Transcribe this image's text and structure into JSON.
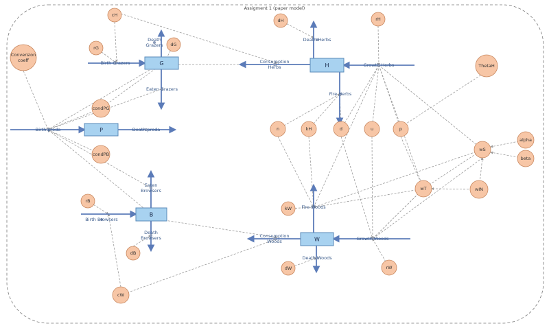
{
  "title": "Assigment 1 (paper model)",
  "colors": {
    "stock_fill": "#a8d2f0",
    "stock_stroke": "#5a8ab8",
    "var_fill": "#f7c6a6",
    "var_stroke": "#c8875e",
    "flow": "#5b7bb8",
    "link": "#9a9a9a",
    "border": "#777777"
  },
  "stocks": [
    {
      "id": "G",
      "label": "G"
    },
    {
      "id": "P",
      "label": "P"
    },
    {
      "id": "B",
      "label": "B"
    },
    {
      "id": "H",
      "label": "H"
    },
    {
      "id": "W",
      "label": "W"
    }
  ],
  "variables": [
    {
      "id": "cH",
      "label": "cH"
    },
    {
      "id": "rG",
      "label": "rG"
    },
    {
      "id": "dG",
      "label": "dG"
    },
    {
      "id": "conv",
      "label": [
        "Conversion",
        "coeff"
      ]
    },
    {
      "id": "condPG",
      "label": "condPG"
    },
    {
      "id": "condPB",
      "label": "condPB"
    },
    {
      "id": "rB",
      "label": "rB"
    },
    {
      "id": "dB",
      "label": "dB"
    },
    {
      "id": "cW",
      "label": "cW"
    },
    {
      "id": "dH",
      "label": "dH"
    },
    {
      "id": "rH",
      "label": "rH"
    },
    {
      "id": "ThetaH",
      "label": "ThetaH"
    },
    {
      "id": "n",
      "label": "n"
    },
    {
      "id": "kH",
      "label": "kH"
    },
    {
      "id": "d",
      "label": "d"
    },
    {
      "id": "u",
      "label": "u"
    },
    {
      "id": "p",
      "label": "p"
    },
    {
      "id": "wS",
      "label": "wS"
    },
    {
      "id": "alpha",
      "label": "alpha"
    },
    {
      "id": "beta",
      "label": "beta"
    },
    {
      "id": "wT",
      "label": "wT"
    },
    {
      "id": "wIN",
      "label": "wIN"
    },
    {
      "id": "kW",
      "label": "kW"
    },
    {
      "id": "dW",
      "label": "dW"
    },
    {
      "id": "rW",
      "label": "rW"
    }
  ],
  "flows": [
    {
      "id": "birth_grazers",
      "label": [
        "Birth Grazers"
      ]
    },
    {
      "id": "death_grazers",
      "label": [
        "Death",
        "Grazers"
      ]
    },
    {
      "id": "eaten_grazers",
      "label": [
        "Eaten Grazers"
      ]
    },
    {
      "id": "consumption_herbs",
      "label": [
        "Consumption",
        "Herbs"
      ]
    },
    {
      "id": "birth_preda",
      "label": [
        "Birth preda"
      ]
    },
    {
      "id": "death_preda",
      "label": [
        "Death preda"
      ]
    },
    {
      "id": "eaten_browsers",
      "label": [
        "Eaten",
        "Browsers"
      ]
    },
    {
      "id": "birth_browsers",
      "label": [
        "Birth Browsers"
      ]
    },
    {
      "id": "death_browsers",
      "label": [
        "Death",
        "Browsers"
      ]
    },
    {
      "id": "consumption_woods",
      "label": [
        "Consumption",
        "Woods"
      ]
    },
    {
      "id": "death_herbs",
      "label": [
        "Death Herbs"
      ]
    },
    {
      "id": "growth_herbs",
      "label": [
        "Growth Herbs"
      ]
    },
    {
      "id": "fire_herbs",
      "label": [
        "Fire Herbs"
      ]
    },
    {
      "id": "fire_woods",
      "label": [
        "Fire Woods"
      ]
    },
    {
      "id": "growth_woods",
      "label": [
        "Growth Woods"
      ]
    },
    {
      "id": "death_woods",
      "label": [
        "Death Woods"
      ]
    }
  ]
}
